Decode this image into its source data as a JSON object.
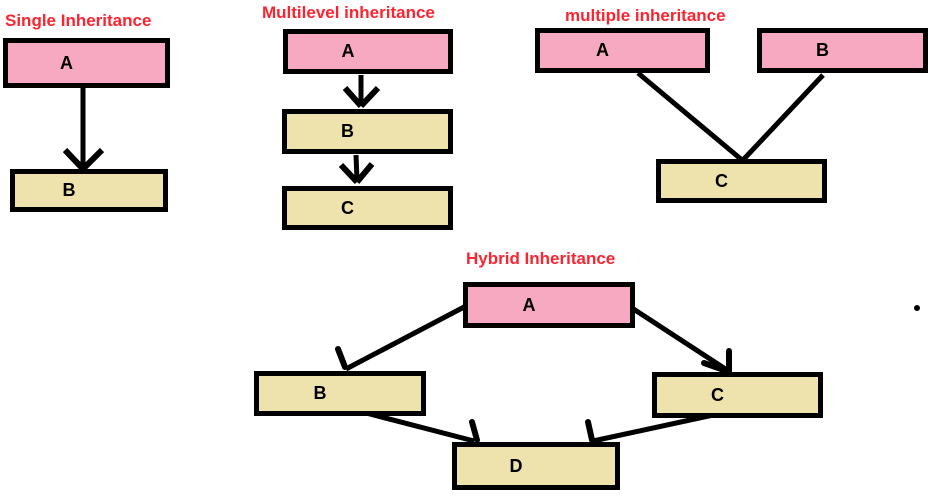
{
  "diagram": {
    "background": "#ffffff",
    "colors": {
      "parent-fill": "#f8a9c2",
      "child-fill": "#efe3ad",
      "title-color": "#fb2430",
      "stroke-color": "#000000"
    },
    "sections": [
      {
        "id": "single",
        "title": "Single Inheritance",
        "nodes": [
          {
            "label": "A",
            "role": "parent"
          },
          {
            "label": "B",
            "role": "child"
          }
        ],
        "edges": [
          [
            "A",
            "B"
          ]
        ]
      },
      {
        "id": "multilevel",
        "title": "Multilevel inheritance",
        "nodes": [
          {
            "label": "A",
            "role": "parent"
          },
          {
            "label": "B",
            "role": "child"
          },
          {
            "label": "C",
            "role": "child"
          }
        ],
        "edges": [
          [
            "A",
            "B"
          ],
          [
            "B",
            "C"
          ]
        ]
      },
      {
        "id": "multiple",
        "title": "multiple inheritance",
        "nodes": [
          {
            "label": "A",
            "role": "parent"
          },
          {
            "label": "B",
            "role": "parent"
          },
          {
            "label": "C",
            "role": "child"
          }
        ],
        "edges": [
          [
            "A",
            "C"
          ],
          [
            "B",
            "C"
          ]
        ]
      },
      {
        "id": "hybrid",
        "title": "Hybrid Inheritance",
        "nodes": [
          {
            "label": "A",
            "role": "parent"
          },
          {
            "label": "B",
            "role": "child"
          },
          {
            "label": "C",
            "role": "child"
          },
          {
            "label": "D",
            "role": "child"
          }
        ],
        "edges": [
          [
            "A",
            "B"
          ],
          [
            "A",
            "C"
          ],
          [
            "B",
            "D"
          ],
          [
            "C",
            "D"
          ]
        ]
      }
    ],
    "stray_mark": "."
  }
}
